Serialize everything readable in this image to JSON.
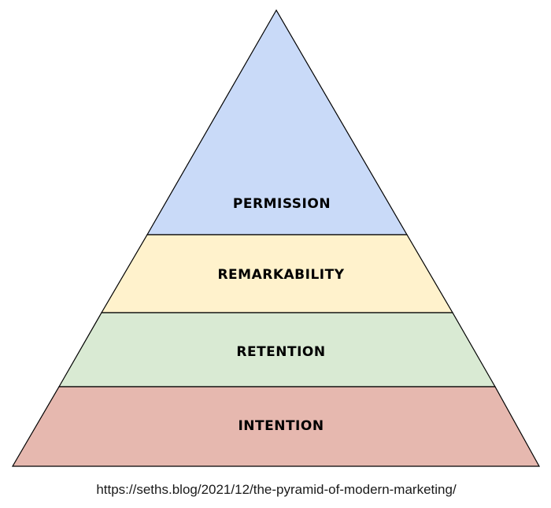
{
  "pyramid": {
    "tiers": [
      {
        "label": "PERMISSION",
        "color": "#c9daf8"
      },
      {
        "label": "REMARKABILITY",
        "color": "#fff2cc"
      },
      {
        "label": "RETENTION",
        "color": "#d9ead3"
      },
      {
        "label": "INTENTION",
        "color": "#e6b8af"
      }
    ],
    "outline_color": "#000000"
  },
  "source": {
    "url": "https://seths.blog/2021/12/the-pyramid-of-modern-marketing/"
  }
}
